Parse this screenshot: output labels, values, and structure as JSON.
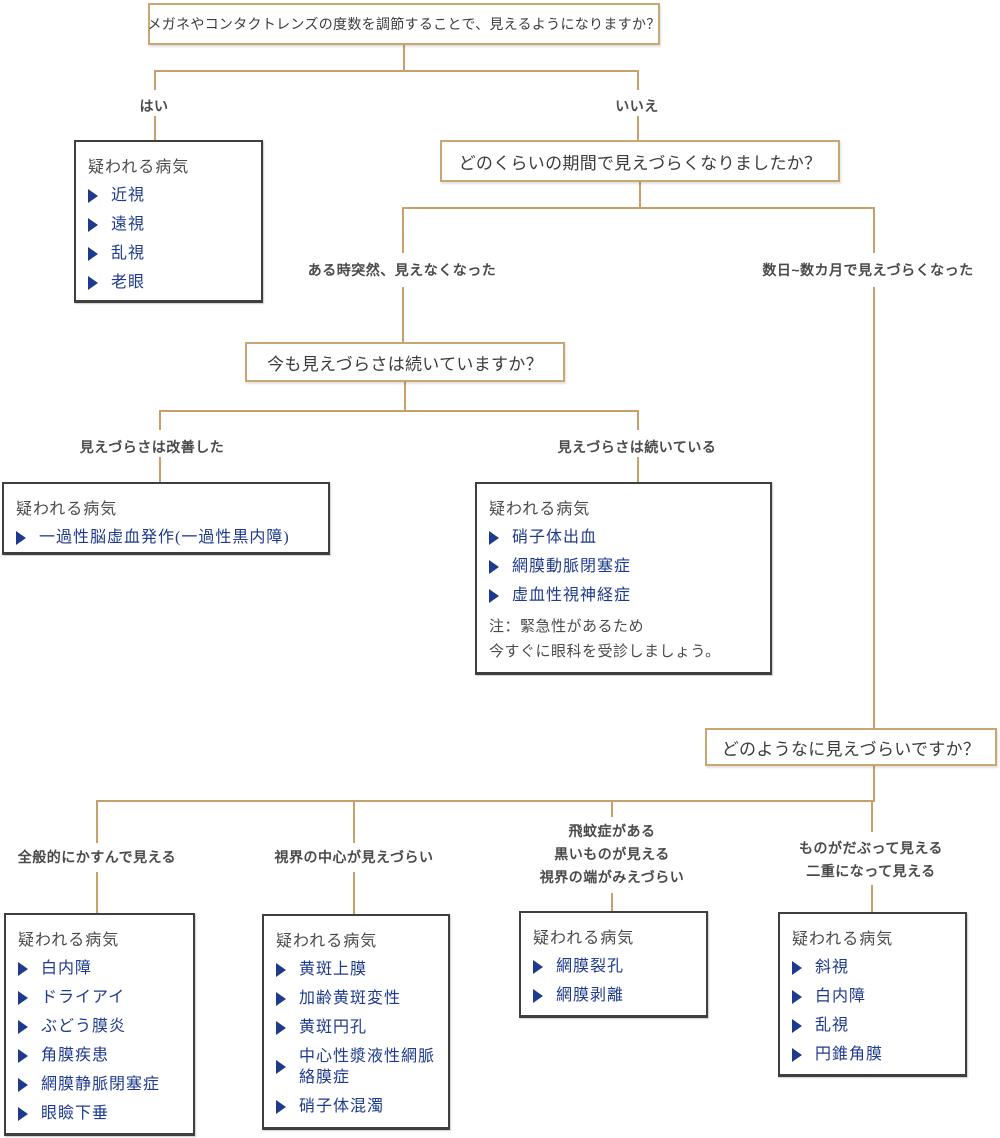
{
  "colors": {
    "connector": "#c7a06b",
    "question_border": "#c9a672",
    "disease_box_border": "#3f3f3f",
    "disease_text": "#1e3a8f",
    "label_text": "#4a4a4a"
  },
  "questions": {
    "prescription": "メガネやコンタクトレンズの度数を調節することで、見えるようになりますか？",
    "duration": "どのくらいの期間で見えづらくなりましたか？",
    "continuing": "今も見えづらさは続いていますか？",
    "how": "どのようなに見えづらいですか？"
  },
  "answers": {
    "yes": "はい",
    "no": "いいえ",
    "sudden": "ある時突然、見えなくなった",
    "gradual": "数日~数カ月で見えづらくなった",
    "improved": "見えづらさは改善した",
    "still": "見えづらさは続いている",
    "hazy": "全般的にかすんで見える",
    "center": "視界の中心が見えづらい",
    "floaters_lines": [
      "飛蚊症がある",
      "黒いものが見える",
      "視界の端がみえづらい"
    ],
    "double_lines": [
      "ものがだぶって見える",
      "二重になって見える"
    ]
  },
  "suspected_header": "疑われる病気",
  "suspected": {
    "refractive": [
      "近視",
      "遠視",
      "乱視",
      "老眼"
    ],
    "improved": [
      "一過性脳虚血発作(一過性黒内障)"
    ],
    "still": [
      "硝子体出血",
      "網膜動脈閉塞症",
      "虚血性視神経症"
    ],
    "still_note_lines": [
      "注：緊急性があるため",
      "今すぐに眼科を受診しましょう。"
    ],
    "hazy": [
      "白内障",
      "ドライアイ",
      "ぶどう膜炎",
      "角膜疾患",
      "網膜静脈閉塞症",
      "眼瞼下垂"
    ],
    "center": [
      "黄斑上膜",
      "加齢黄斑変性",
      "黄斑円孔",
      "中心性漿液性網脈絡膜症",
      "硝子体混濁"
    ],
    "floaters": [
      "網膜裂孔",
      "網膜剥離"
    ],
    "double": [
      "斜視",
      "白内障",
      "乱視",
      "円錐角膜"
    ]
  }
}
